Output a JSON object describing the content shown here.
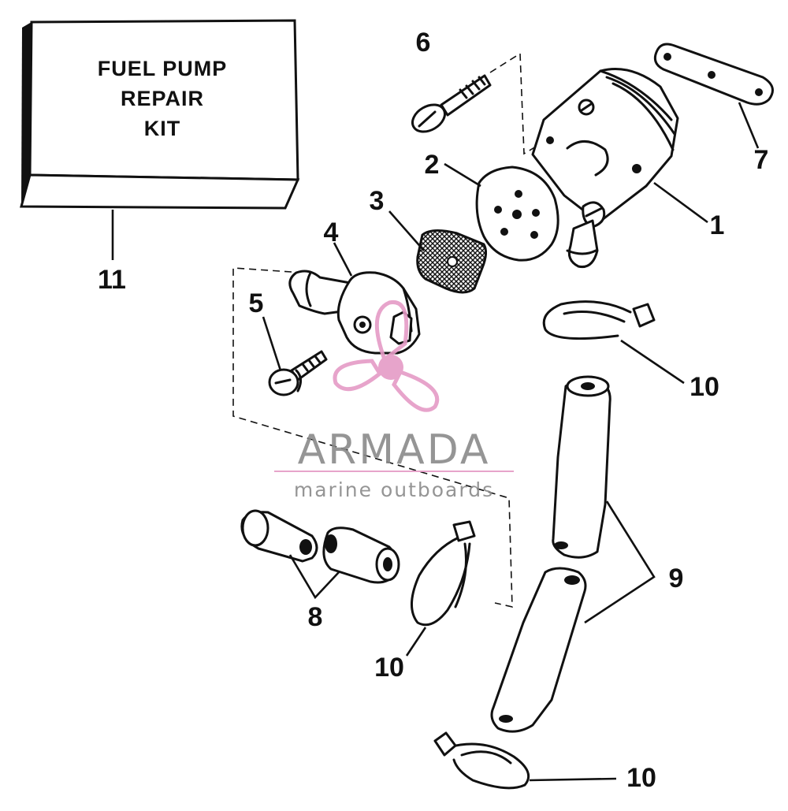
{
  "kit_box": {
    "line1": "FUEL PUMP",
    "line2": "REPAIR",
    "line3": "KIT"
  },
  "callouts": {
    "c1": "1",
    "c2": "2",
    "c3": "3",
    "c4": "4",
    "c5": "5",
    "c6": "6",
    "c7": "7",
    "c8": "8",
    "c9": "9",
    "c10a": "10",
    "c10b": "10",
    "c10c": "10",
    "c11": "11"
  },
  "watermark": {
    "title": "ARMADA",
    "subtitle": "marine outboards"
  },
  "colors": {
    "ink": "#111111",
    "watermark_pink": "#e59bc6",
    "watermark_gray": "#8a8a8a"
  }
}
